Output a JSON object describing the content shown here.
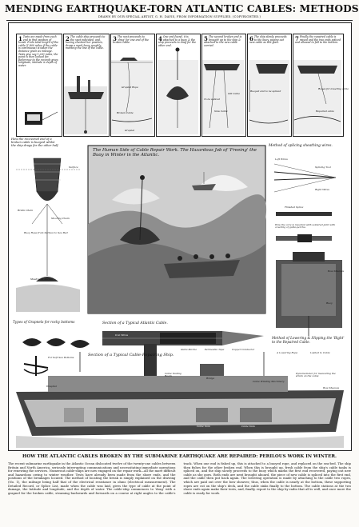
{
  "header": {
    "title": "MENDING EARTHQUAKE-TORN ATLANTIC CABLES: METHODS AND TOOLS.",
    "byline": "DRAWN BY OUR SPECIAL ARTIST, G. H. DAVIS, FROM INFORMATION SUPPLIED. (COPYRIGHTED.)"
  },
  "steps": [
    {
      "num": "1",
      "text": "Tests are made from each end to find position of break. From total length of the cable (1,800 miles if the cable is continuous) is taken the distance given as mileage. Tests give say 1,200 miles, the point is then looked for. Reference to the records gives longitude, latitude & depth of water."
    },
    {
      "num": "2",
      "text": "The cable ship proceeds to the spot indicated, and, having checked her position, drops a mark buoy, roughly marking the line of the cable."
    },
    {
      "num": "3",
      "text": "The next proceeds to 'drag' for one end of the broken cable."
    },
    {
      "num": "4",
      "text": "One end found, it is attached to a buoy & the ship proceeds to drag for the other end."
    },
    {
      "num": "5",
      "text": "The second broken end is brought up to the ship & attached to the new cable carried."
    },
    {
      "num": "6",
      "text": "The ship slowly proceeds to the buoy, paying out new cable as she goes."
    },
    {
      "num": "7",
      "text": "Finally the repaired cable is raised and the two ends spliced and allowed to fall to the bottom."
    }
  ],
  "labels": {
    "grapnel_rope": "Grapnel Rope",
    "broken_cable": "Broken Cable",
    "grapnel": "Grapnel",
    "to_be_spliced": "To be spliced",
    "new_cable": "New Cable",
    "old_cable": "Old Cable",
    "bumped": "Buoyed and to be spliced",
    "ropes_for_lowering": "Ropes for lowering cable",
    "repaired_cable": "Repaired cable",
    "how_end_buoyed": "How the recovered end of a broken cable is buoyed whilst the ship drags for the other half.",
    "surface": "Surface",
    "bridle_chain": "Bridle Chain",
    "mooring_chain": "Mooring Chain",
    "buoy_rope": "Buoy Rope from Surface to Sea Bed",
    "mushroom": "Mushroom Anchor",
    "human_side": "The Human Side of Cable Repair Work. The Hazardous Job of 'Freeing' the Buoy in Winter in the Atlantic.",
    "method_splicing": "Method of splicing sheathing wires.",
    "left_wires": "Left Wires",
    "splicing_tool": "Splicing Tool",
    "right_wires": "Right Wires",
    "finished_splice": "Finished Splice",
    "core_repaired": "How the core is repaired with soldered joint with covering of gutta-percha.",
    "bow_sheaves": "Bow Sheaves",
    "buoy": "Buoy",
    "types_grapnels": "Types of Grapnels for rocky bottoms",
    "for_soft": "For Soft Sea Bottoms",
    "section_cable": "Section of a Typical Atlantic Cable.",
    "iron_wires": "Iron Wires",
    "copper": "Copper Conductor",
    "gutta": "Gutta Percha",
    "paint_tape": "Permeable Tape",
    "method_lowering": "Method of Lowering & Slipping the 'Bight' to the Repaired Cable.",
    "lowering_rope": "A Lowering Rope",
    "slipped": "Lashed to Cable",
    "section_ship": "Section of a Typical Cable-Repairing Ship.",
    "cable_testing": "Cable Testing Room",
    "bridge": "Bridge",
    "cable_winding": "Cable Winding Machinery",
    "dynamometer": "Dynamometer for measuring the strain on the cable",
    "bow_sheaves2": "Bow Sheaves",
    "hospital": "Hospital",
    "cable_tank": "Cable Tank",
    "cable_tank2": "Cable Tank"
  },
  "article": {
    "heading": "HOW THE ATLANTIC CABLES BROKEN BY THE SUBMARINE EARTHQUAKE ARE REPAIRED: PERILOUS WORK IN WINTER.",
    "body": "The recent submarine earthquake in the Atlantic Ocean dislocated twelve of the twenty-one cables between Britain and North America, seriously interrupting communications and necessitating immediate operations for renewing the services. Numerous cable-ships are now engaged on the repair work—all the more difficult and hazardous owing to winter weather. Tests have already been made from the shore ends, and the positions of the breakages located. The method of locating the break is simply explained on the drawing (No. 1), the mileage being half that of the electrical resistance in ohms (electrical measurement). The Detailed Record, or Splice List, made when the cable was laid, gives the type of cable at the point of damage, the latitude and longitude, and the depth of water. The cable-ship commences to 'drag' with a grapnel for the broken cable, steaming backwards and forwards on a course at right angles to the cable's track. When one end is fished up, this is attached to a buoyed rope, and replaced on the sea-bed. The ship then fishes for the other broken end. When this is brought up, fresh cable from the ship's cable tanks is spliced on, and the ship slowly proceeds to the buoy which marks the first end recovered, paying out new cable as she goes. Both ends are next brought aboard, the piece of new cable is spliced into the first end, and the cable then put back again. The lowering operation is made by attaching to the cable two ropes, which are paid out over the bow sheaves; thus, when the cable is nearly at the bottom, these supporting ropes are cut on the ship's deck, and the cable sinks finally to the bottom. The cable stations at the two shore ends again make their tests, and, finally, report to the ship by radio that all is well, and once more the cable is ready for work."
  },
  "colors": {
    "ink": "#111111",
    "paper": "#fbfaf7",
    "sea": "#d8d8d8"
  }
}
